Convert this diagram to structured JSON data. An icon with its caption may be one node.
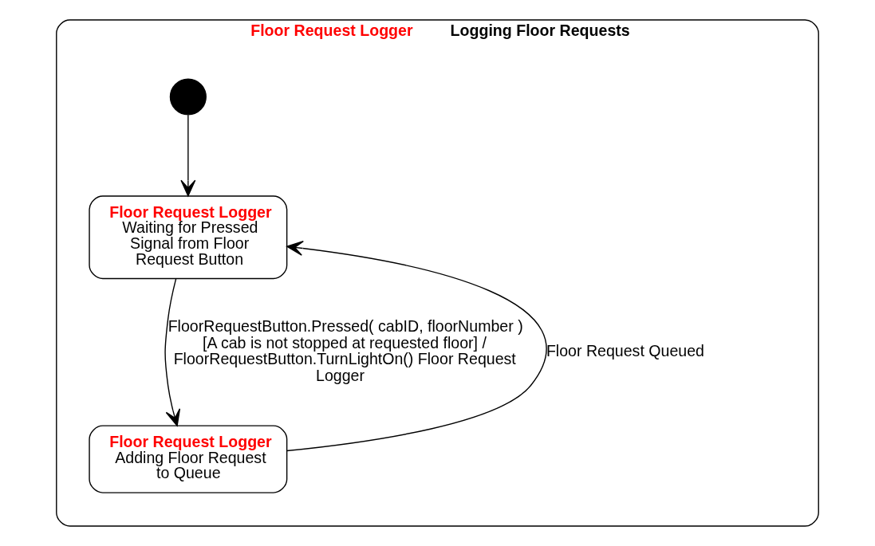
{
  "diagram": {
    "nodes": [
      {
        "text": [
          "Floor Request Logger",
          "Logging Floor Requests"
        ]
      },
      {
        "text": [],
        "shape": "circle",
        "in": 0
      },
      {
        "text": [
          "Floor Request Logger",
          "Waiting for Pressed Signal from Floor Request Button"
        ],
        "in": 0
      },
      {
        "text": [
          "Floor Request Logger",
          "Adding Floor Request to Queue"
        ],
        "in": 0
      }
    ],
    "edges": [
      {
        "from": 1,
        "to": 2,
        "arrow": "to"
      },
      {
        "from": 2,
        "to": 3,
        "arrow": "to",
        "label": "FloorRequestButton.Pressed( cabID, floorNumber ) [A cab is not stopped at requested floor] / FloorRequestButton.TurnLightOn() Floor Request Logger"
      },
      {
        "from": 3,
        "to": 2,
        "arrow": "to",
        "label": "Floor Request Queued"
      }
    ]
  }
}
